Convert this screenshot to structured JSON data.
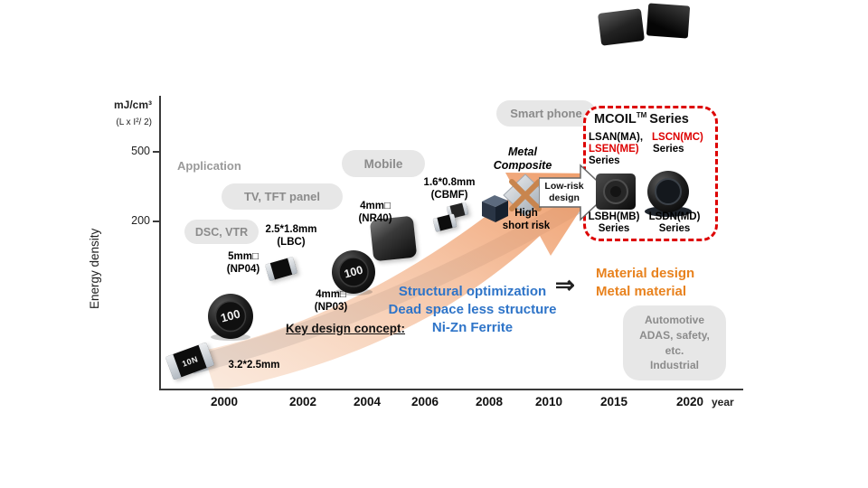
{
  "yaxis": {
    "unit_line1": "mJ/cm³",
    "unit_line2": "(L x I²/ 2)",
    "ticks": [
      "500",
      "200"
    ],
    "label": "Energy density"
  },
  "xaxis": {
    "years": [
      "2000",
      "2002",
      "2004",
      "2006",
      "2008",
      "2010",
      "2015",
      "2020"
    ],
    "suffix": "year"
  },
  "app": {
    "header": "Application",
    "dsc_vtr": "DSC, VTR",
    "tv_tft": "TV, TFT panel",
    "mobile": "Mobile",
    "smart_phone": "Smart phone",
    "automotive_lines": [
      "Automotive",
      "ADAS, safety,",
      "etc.",
      "Industrial"
    ]
  },
  "products": [
    {
      "size": "3.2*2.5mm",
      "name": "",
      "marking": "10N"
    },
    {
      "size": "5mm□",
      "name": "(NP04)",
      "marking": "100"
    },
    {
      "size": "2.5*1.8mm",
      "name": "(LBC)"
    },
    {
      "size": "4mm□",
      "name": "(NP03)",
      "marking": "100"
    },
    {
      "size": "4mm□",
      "name": "(NR40)"
    },
    {
      "size": "1.6*0.8mm",
      "name": "(CBMF)"
    }
  ],
  "metal_composite_lines": [
    "Metal",
    "Composite"
  ],
  "high_short_risk_lines": [
    "High",
    "short risk"
  ],
  "low_risk_lines": [
    "Low-risk",
    "design"
  ],
  "mcoil": {
    "title": "MCOIL",
    "title_sup": "TM",
    "title_suffix": "Series",
    "col_left": [
      "LSAN(MA),",
      "LSEN(ME)",
      "Series"
    ],
    "col_right": [
      "LSCN(MC)",
      "Series"
    ],
    "bottom_left": [
      "LSBH(MB)",
      "Series"
    ],
    "bottom_right": [
      "LSDN(MD)",
      "Series"
    ]
  },
  "concept": {
    "heading": "Key design concept:",
    "blue_lines": [
      "Structural optimization",
      "Dead space less structure",
      "Ni-Zn Ferrite"
    ],
    "arrow": "⇒",
    "orange_lines": [
      "Material design",
      "Metal material"
    ]
  },
  "colors": {
    "accent_red": "#dd0000",
    "concept_blue": "#2e74c8",
    "material_orange": "#e8821e",
    "bubble_gray": "#e7e7e7"
  }
}
